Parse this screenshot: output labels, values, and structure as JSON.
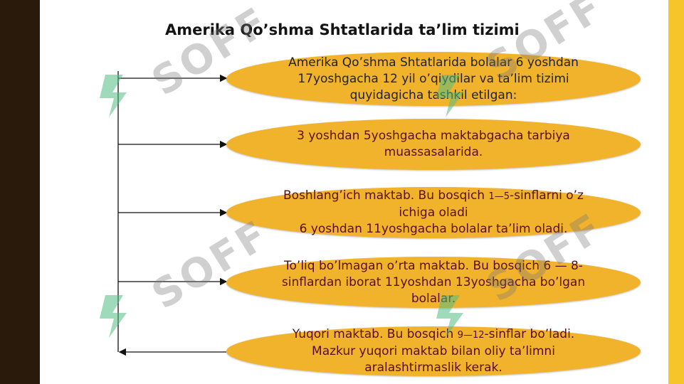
{
  "title": "Amerika Qo’shma Shtatlarida ta’lim tizimi",
  "watermark_text": "SOFF",
  "boxes": [
    {
      "lines": [
        "Amerika Qo’shma Shtatlarida bolalar 6 yoshdan",
        "17yoshgacha 12 yil o’qiydilar va ta’lim tizimi",
        "quyidagicha tashkil etilgan:"
      ]
    },
    {
      "lines": [
        "3 yoshdan 5yoshgacha maktabgacha tarbiya",
        "muassasalarida."
      ]
    },
    {
      "line1_a": "Boshlang’ich maktab. Bu bosqich ",
      "line1_b": "1—5",
      "line1_c": "-sinflarni o’z",
      "line2": "ichiga oladi",
      "line3": "6 yoshdan 11yoshgacha bolalar ta’lim oladi."
    },
    {
      "lines": [
        "To’liq bo’lmagan o’rta maktab. Bu bosqich 6 — 8-",
        "sinflardan iborat 11yoshdan 13yoshgacha bo’lgan",
        "bolalar."
      ]
    },
    {
      "line1_a": "Yuqori maktab. Bu bosqich ",
      "line1_b": "9—12",
      "line1_c": "-sinflar bo’ladi.",
      "line2": "Mazkur yuqori maktab bilan oliy ta’limni",
      "line3": "aralashtirmaslik kerak."
    }
  ],
  "colors": {
    "box_fill": "#f1b32c",
    "text": "#5a0e12",
    "left_bar": "#2a1a0c",
    "right_bar": "#f6c52a"
  }
}
